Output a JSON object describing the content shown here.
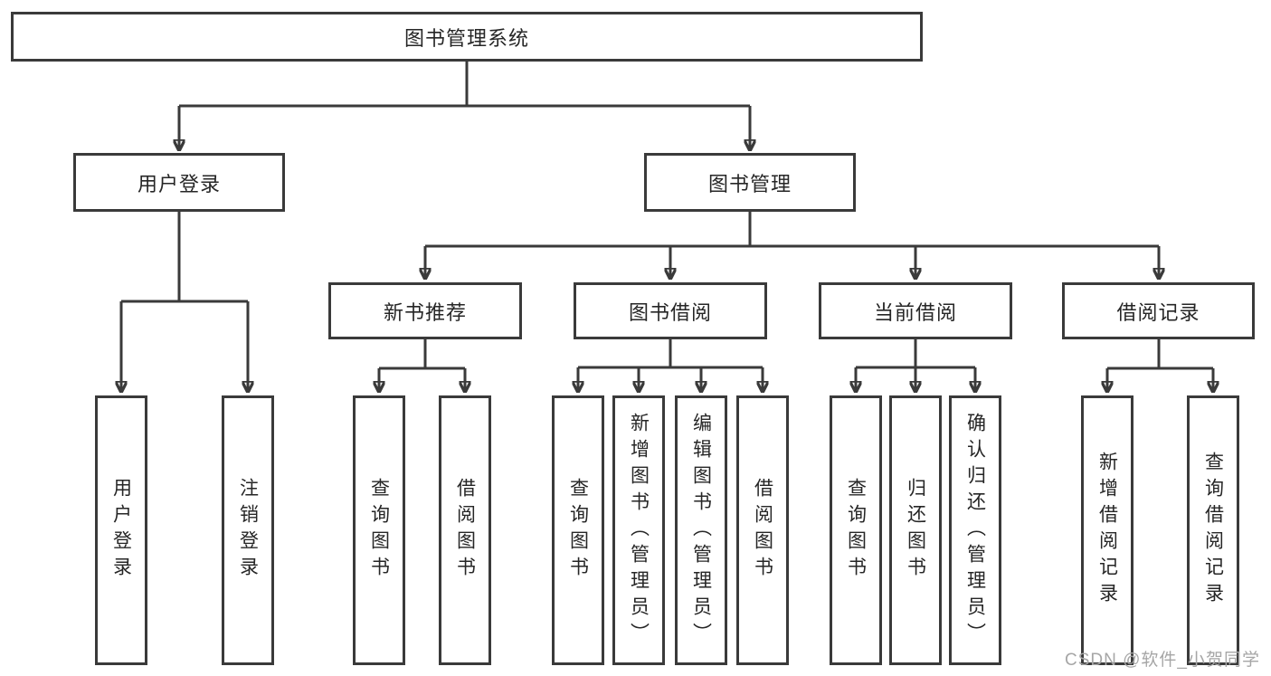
{
  "diagram": {
    "title_node": "图书管理系统",
    "nodes": {
      "root": {
        "label": "图书管理系统"
      },
      "user_login": {
        "label": "用户登录"
      },
      "book_mgmt": {
        "label": "图书管理"
      },
      "user_login_leaf": {
        "label": "用户登录"
      },
      "logout_leaf": {
        "label": "注销登录"
      },
      "new_book_rec": {
        "label": "新书推荐"
      },
      "book_borrow": {
        "label": "图书借阅"
      },
      "current_borrow": {
        "label": "当前借阅"
      },
      "borrow_records": {
        "label": "借阅记录"
      },
      "nbr_query_books": {
        "label": "查询图书"
      },
      "nbr_borrow_books": {
        "label": "借阅图书"
      },
      "bb_query_books": {
        "label": "查询图书"
      },
      "bb_add_books": {
        "label": "新增图书（管理员）"
      },
      "bb_edit_books": {
        "label": "编辑图书（管理员）"
      },
      "bb_borrow_books": {
        "label": "借阅图书"
      },
      "cb_query_books": {
        "label": "查询图书"
      },
      "cb_return_books": {
        "label": "归还图书"
      },
      "cb_confirm_return": {
        "label": "确认归还（管理员）"
      },
      "br_add_record": {
        "label": "新增借阅记录"
      },
      "br_query_record": {
        "label": "查询借阅记录"
      }
    },
    "edges": [
      [
        "root",
        "user_login"
      ],
      [
        "root",
        "book_mgmt"
      ],
      [
        "user_login",
        "user_login_leaf"
      ],
      [
        "user_login",
        "logout_leaf"
      ],
      [
        "book_mgmt",
        "new_book_rec"
      ],
      [
        "book_mgmt",
        "book_borrow"
      ],
      [
        "book_mgmt",
        "current_borrow"
      ],
      [
        "book_mgmt",
        "borrow_records"
      ],
      [
        "new_book_rec",
        "nbr_query_books"
      ],
      [
        "new_book_rec",
        "nbr_borrow_books"
      ],
      [
        "book_borrow",
        "bb_query_books"
      ],
      [
        "book_borrow",
        "bb_add_books"
      ],
      [
        "book_borrow",
        "bb_edit_books"
      ],
      [
        "book_borrow",
        "bb_borrow_books"
      ],
      [
        "current_borrow",
        "cb_query_books"
      ],
      [
        "current_borrow",
        "cb_return_books"
      ],
      [
        "current_borrow",
        "cb_confirm_return"
      ],
      [
        "borrow_records",
        "br_add_record"
      ],
      [
        "borrow_records",
        "br_query_record"
      ]
    ],
    "colors": {
      "line": "#3a3a3a",
      "node_border": "#3a3a3a",
      "node_text": "#262626",
      "background": "#ffffff",
      "watermark_text_color": "#a6a6a6"
    },
    "watermark": "CSDN @软件_小贺同学"
  }
}
